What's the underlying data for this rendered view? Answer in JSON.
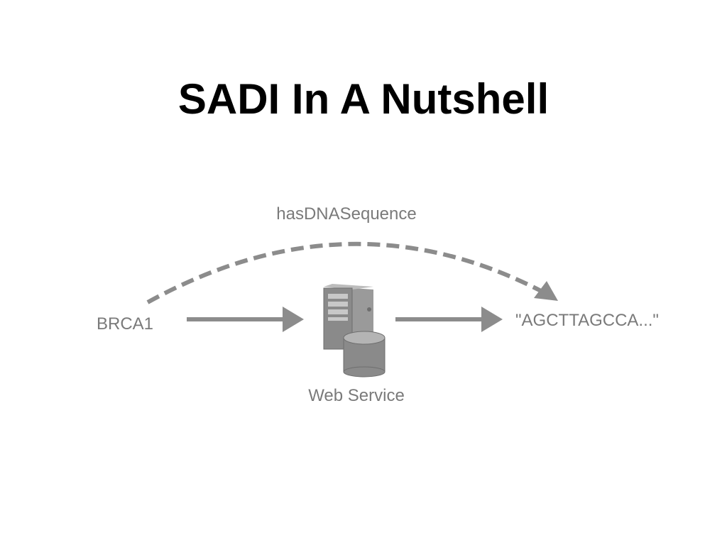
{
  "slide": {
    "title": "SADI In A Nutshell"
  },
  "diagram": {
    "input_label": "BRCA1",
    "service_label": "Web Service",
    "output_label": "\"AGCTTAGCCA...\"",
    "predicate_label": "hasDNASequence",
    "colors": {
      "arrow": "#8c8c8c",
      "label": "#7a7a7a",
      "title": "#000000"
    },
    "icons": [
      "server-icon",
      "database-icon"
    ]
  }
}
